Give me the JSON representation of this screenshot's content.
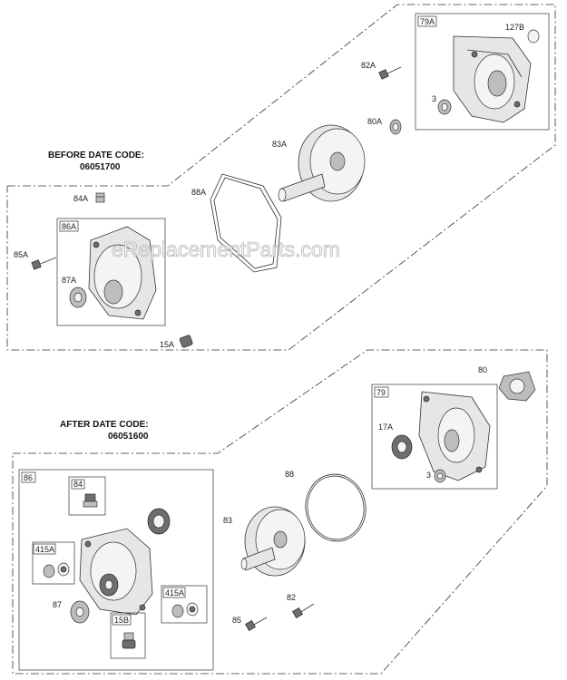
{
  "watermark": "eReplacementParts.com",
  "before_section": {
    "header_line1": "BEFORE DATE CODE:",
    "header_line2": "06051700"
  },
  "after_section": {
    "header_line1": "AFTER DATE CODE:",
    "header_line2": "06051600"
  },
  "before_labels": {
    "l79A": "79A",
    "l127B": "127B",
    "l82A": "82A",
    "l3": "3",
    "l80A": "80A",
    "l83A": "83A",
    "l88A": "88A",
    "l84A": "84A",
    "l86A": "86A",
    "l85A": "85A",
    "l87A": "87A",
    "l15A": "15A"
  },
  "after_labels": {
    "l80": "80",
    "l79": "79",
    "l17A": "17A",
    "l3": "3",
    "l88": "88",
    "l86": "86",
    "l84": "84",
    "l83": "83",
    "l415A_left": "415A",
    "l415A_right": "415A",
    "l87": "87",
    "l15B": "15B",
    "l82": "82",
    "l85": "85"
  }
}
